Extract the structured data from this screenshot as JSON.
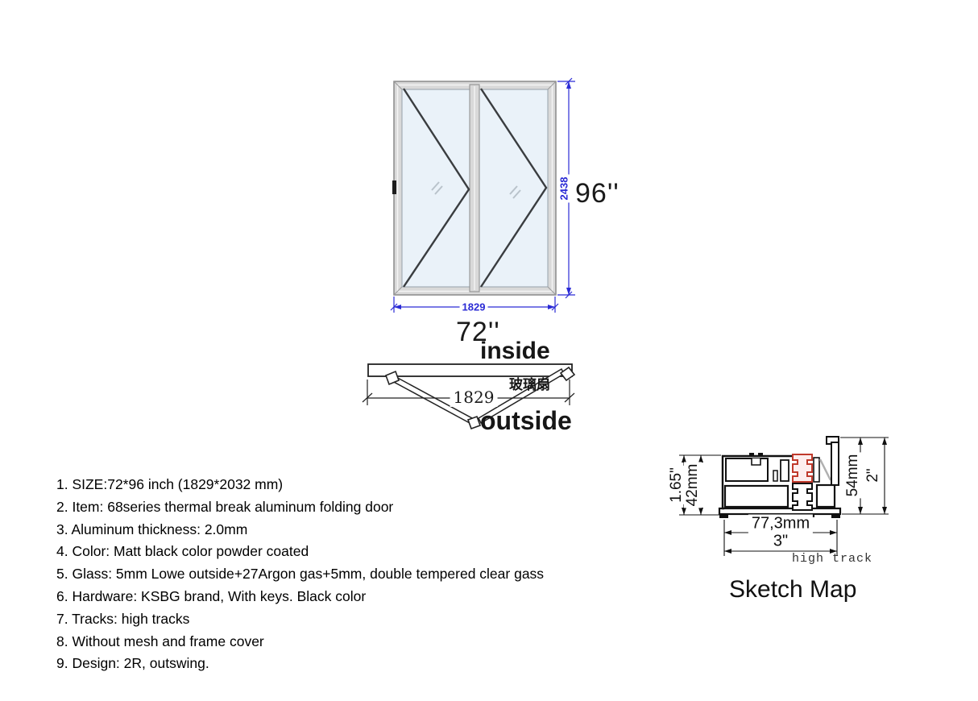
{
  "elevation": {
    "height_dim_mm": "2438",
    "width_dim_mm": "1829",
    "height_label": "96''",
    "width_label": "72''",
    "dim_color": "#2b2bd5",
    "frame_color": "#d9d9d9",
    "glass_color": "#eaf2f9"
  },
  "plan": {
    "inside_label": "inside",
    "outside_label": "outside",
    "glass_leaf_label": "玻璃扇",
    "width_dim_mm": "1829"
  },
  "sketch": {
    "title": "Sketch Map",
    "track_label": "high track",
    "thermal_break_color": "#c0392b",
    "dims": {
      "left_inch": "1.65\"",
      "left_mm": "42mm",
      "right_mm": "54mm",
      "right_inch": "2\"",
      "bottom_mm": "77,3mm",
      "bottom_inch": "3\""
    }
  },
  "specs": {
    "items": [
      "1. SIZE:72*96 inch (1829*2032 mm)",
      "2. Item: 68series thermal break aluminum folding door",
      "3. Aluminum thickness: 2.0mm",
      "4. Color: Matt black color powder coated",
      "5. Glass: 5mm Lowe outside+27Argon gas+5mm, double tempered clear gass",
      "6. Hardware: KSBG brand, With keys. Black color",
      "7. Tracks: high tracks",
      "8. Without mesh and frame cover",
      "9. Design: 2R, outswing."
    ]
  }
}
